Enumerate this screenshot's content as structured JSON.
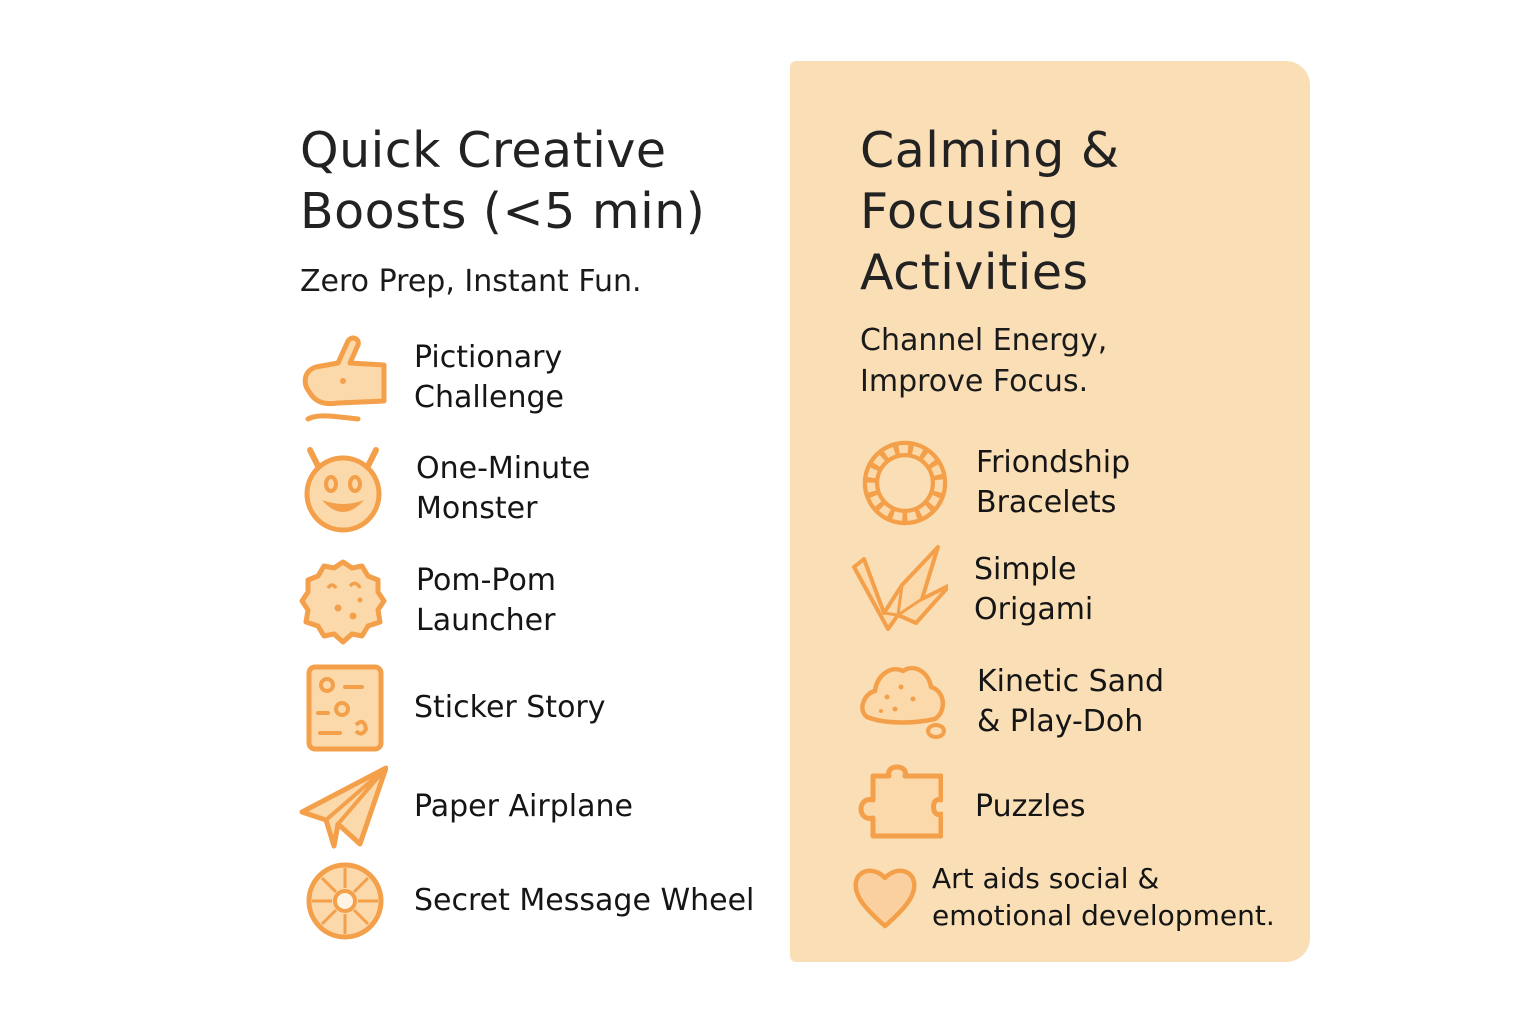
{
  "colors": {
    "accent": "#f4a04a",
    "icon_fill": "#fbd9aa",
    "panel_bg": "#fadfb6",
    "text": "#1f1f1f"
  },
  "left": {
    "title": "Quick Creative\nBoosts (<5 min)",
    "subtitle": "Zero Prep, Instant Fun.",
    "items": [
      {
        "label": "Pictionary\nChallenge",
        "icon": "hand-drawing-icon"
      },
      {
        "label": "One-Minute\nMonster",
        "icon": "monster-face-icon"
      },
      {
        "label": "Pom-Pom\nLauncher",
        "icon": "pom-pom-icon"
      },
      {
        "label": "Sticker Story",
        "icon": "sticker-sheet-icon"
      },
      {
        "label": "Paper Airplane",
        "icon": "paper-airplane-icon"
      },
      {
        "label": "Secret Message Wheel",
        "icon": "cipher-wheel-icon"
      }
    ]
  },
  "right": {
    "title": "Calming &\nFocusing\nActivities",
    "subtitle": "Channel Energy,\nImprove Focus.",
    "items": [
      {
        "label": "Friondship\nBracelets",
        "icon": "bracelet-icon"
      },
      {
        "label": "Simple\nOrigami",
        "icon": "origami-crane-icon"
      },
      {
        "label": "Kinetic Sand\n& Play-Doh",
        "icon": "sand-blob-icon"
      },
      {
        "label": "Puzzles",
        "icon": "puzzle-piece-icon"
      }
    ],
    "note": {
      "label": "Art aids social &\nemotional development.",
      "icon": "heart-icon"
    }
  }
}
